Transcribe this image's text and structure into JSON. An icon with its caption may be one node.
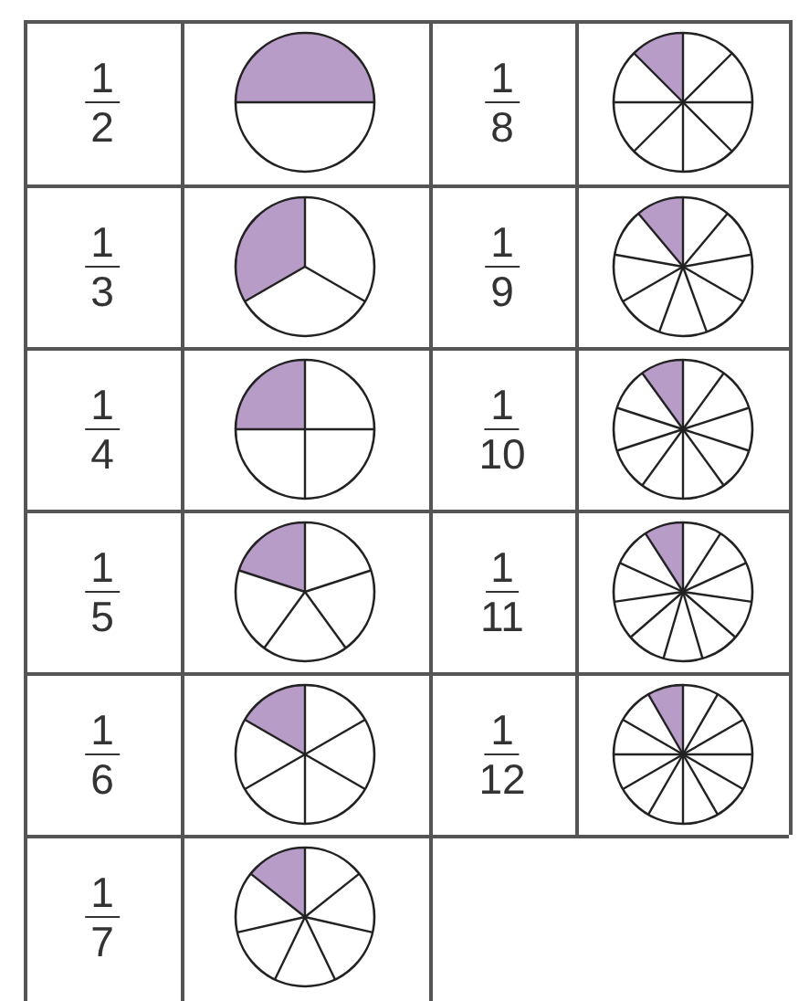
{
  "diagram": {
    "labels": [
      "1",
      "2",
      "1",
      "8",
      "1",
      "3",
      "1",
      "9",
      "1",
      "4",
      "1",
      "10",
      "1",
      "5",
      "1",
      "11",
      "1",
      "6",
      "1",
      "12",
      "1",
      "7"
    ]
  }
}
